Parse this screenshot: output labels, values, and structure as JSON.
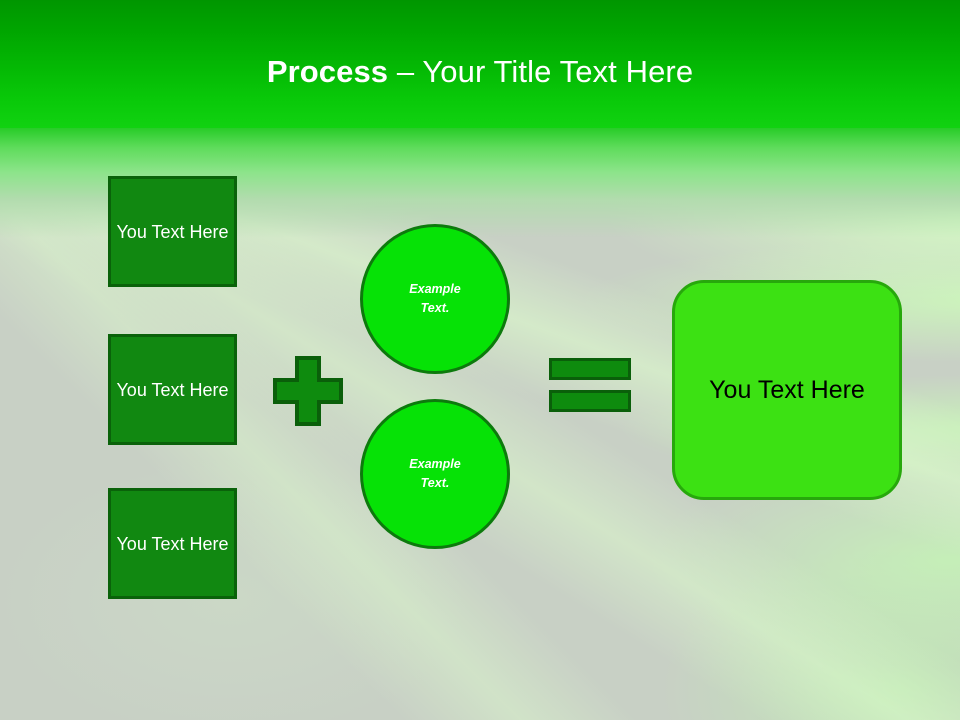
{
  "slide": {
    "title": {
      "strong": "Process",
      "light": " – Your Title Text Here"
    },
    "colors": {
      "banner_top": "#009600",
      "banner_bottom": "#11d211",
      "background": "#c8d0c5",
      "box_fill": "#118811",
      "box_border": "#0a620a",
      "circle_fill": "#06e206",
      "circle_border": "#0d7a0d",
      "symbol_fill": "#0e8b0e",
      "symbol_border": "#0a5f0a",
      "result_fill": "#3ce113",
      "result_border": "#27a80c",
      "title_text": "#ffffff",
      "box_text": "#ffffff",
      "result_text": "#000000"
    },
    "input_boxes": [
      {
        "label": "You Text Here"
      },
      {
        "label": "You Text Here"
      },
      {
        "label": "You Text Here"
      }
    ],
    "operators": {
      "plus": "+",
      "equals": "="
    },
    "circles": [
      {
        "line1": "Example",
        "line2": "Text."
      },
      {
        "line1": "Example",
        "line2": "Text."
      }
    ],
    "result": {
      "label": "You Text Here"
    }
  }
}
